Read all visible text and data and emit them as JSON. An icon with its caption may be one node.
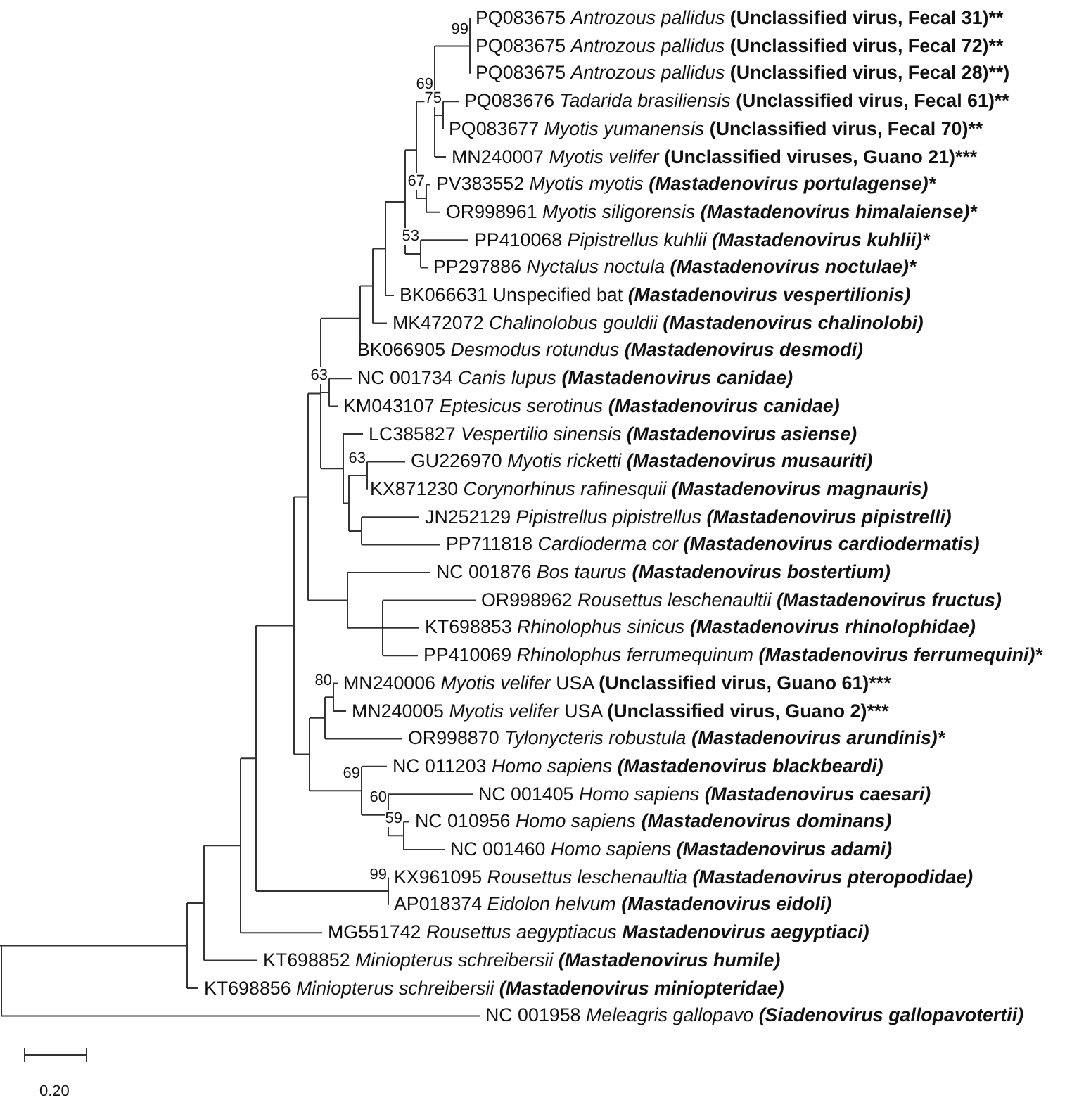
{
  "diagram": {
    "labels": [
      "PQ083675",
      "Antrozous pallidus",
      "(Unclassified virus, Fecal 31)**",
      "PQ083675",
      "Antrozous pallidus",
      "(Unclassified virus, Fecal 72)**",
      "PQ083675",
      "Antrozous pallidus",
      "(Unclassified virus, Fecal 28)**)",
      "PQ083676",
      "Tadarida brasiliensis",
      "(Unclassified virus, Fecal 61)**",
      "PQ083677",
      "Myotis yumanensis",
      "(Unclassified virus, Fecal 70)**",
      "MN240007",
      "Myotis velifer",
      "(Unclassified viruses, Guano 21)***",
      "PV383552",
      "Myotis myotis",
      "(Mastadenovirus portulagense)*",
      "OR998961",
      "Myotis siligorensis",
      "(Mastadenovirus himalaiense)*",
      "PP410068",
      "Pipistrellus kuhlii",
      "(Mastadenovirus kuhlii)*",
      "PP297886",
      "Nyctalus noctula",
      "(Mastadenovirus noctulae)*",
      "BK066631",
      "Unspecified bat",
      "(Mastadenovirus vespertilionis)",
      "MK472072",
      "Chalinolobus gouldii",
      "(Mastadenovirus chalinolobi)",
      "BK066905",
      "Desmodus rotundus",
      "(Mastadenovirus desmodi)",
      "NC 001734",
      "Canis lupus",
      "(Mastadenovirus canidae)",
      "KM043107",
      "Eptesicus serotinus",
      "(Mastadenovirus canidae)",
      "LC385827",
      "Vespertilio sinensis",
      "(Mastadenovirus asiense)",
      "GU226970",
      "Myotis ricketti",
      "(Mastadenovirus musauriti)",
      "KX871230",
      "Corynorhinus rafinesquii",
      "(Mastadenovirus magnauris)",
      "JN252129",
      "Pipistrellus pipistrellus",
      "(Mastadenovirus pipistrelli)",
      "PP711818",
      "Cardioderma cor",
      "(Mastadenovirus cardiodermatis)",
      "NC 001876",
      "Bos taurus",
      "(Mastadenovirus bostertium)",
      "OR998962",
      "Rousettus leschenaultii",
      "(Mastadenovirus fructus)",
      "KT698853",
      "Rhinolophus sinicus",
      "(Mastadenovirus rhinolophidae)",
      "PP410069",
      "Rhinolophus ferrumequinum",
      "(Mastadenovirus ferrumequini)*",
      "MN240006",
      "Myotis velifer",
      "USA",
      "(Unclassified virus, Guano 61)***",
      "MN240005",
      "Myotis velifer",
      "USA",
      "(Unclassified virus, Guano 2)***",
      "OR998870",
      "Tylonycteris robustula",
      "(Mastadenovirus arundinis)*",
      "NC 011203",
      "Homo sapiens",
      "(Mastadenovirus blackbeardi)",
      "NC 001405",
      "Homo sapiens",
      "(Mastadenovirus caesari)",
      "NC 010956",
      "Homo sapiens",
      "(Mastadenovirus dominans)",
      "NC 001460",
      "Homo sapiens",
      "(Mastadenovirus adami)",
      "KX961095",
      "Rousettus leschenaultia",
      "(Mastadenovirus pteropodidae)",
      "AP018374",
      "Eidolon helvum",
      "(Mastadenovirus eidoli)",
      "MG551742",
      "Rousettus aegyptiacus",
      "Mastadenovirus aegyptiaci)",
      "KT698852",
      "Miniopterus schreibersii",
      "(Mastadenovirus humile)",
      "KT698856",
      "Miniopterus schreibersii",
      "(Mastadenovirus miniopteridae)",
      "NC 001958",
      "Meleagris gallopavo",
      "(Siadenovirus gallopavotertii)",
      "99",
      "69",
      "75",
      "67",
      "53",
      "63",
      "63",
      "80",
      "69",
      "60",
      "59",
      "99",
      "0.20"
    ]
  }
}
